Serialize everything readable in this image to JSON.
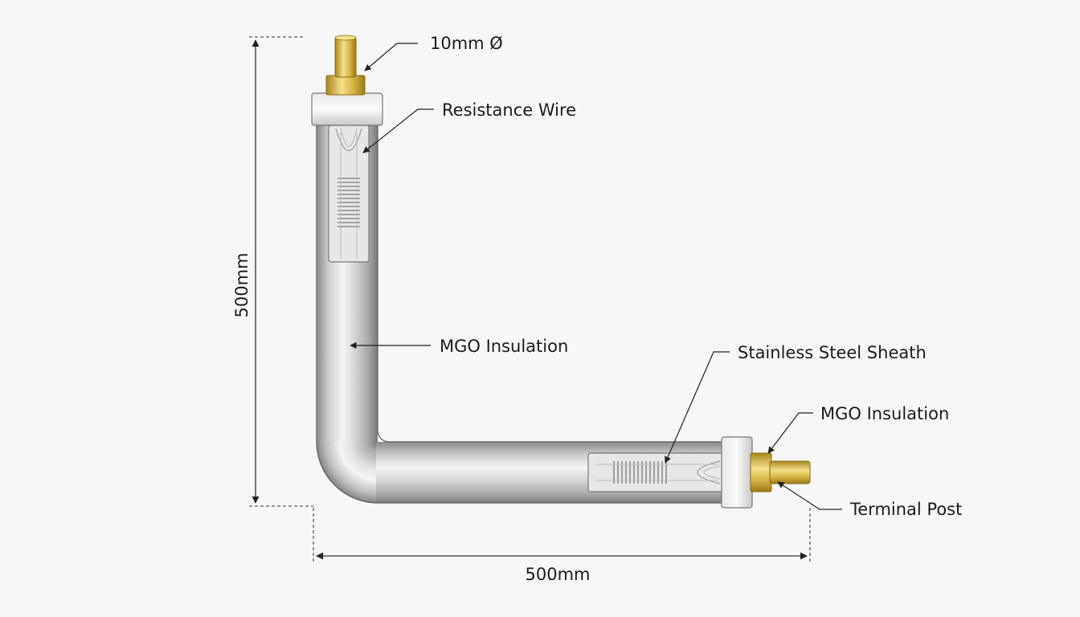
{
  "diagram": {
    "dimensions": {
      "height_label": "500mm",
      "width_label": "500mm"
    },
    "callouts": {
      "diameter": "10mm Ø",
      "resistance_wire": "Resistance Wire",
      "mgo_insulation_vertical": "MGO Insulation",
      "stainless_steel_sheath": "Stainless Steel Sheath",
      "mgo_insulation_horizontal": "MGO Insulation",
      "terminal_post": "Terminal Post"
    },
    "colors": {
      "background": "#f7f7f7",
      "steel_light": "#f2f2f2",
      "steel_dark": "#8e8e8e",
      "brass_light": "#f4e08a",
      "brass_dark": "#a9861c",
      "line": "#2a2a2a"
    }
  }
}
